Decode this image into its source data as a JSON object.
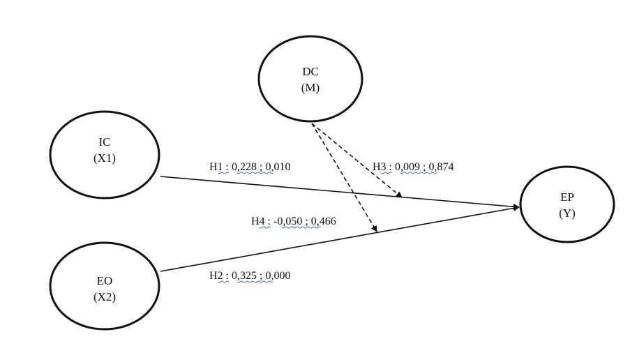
{
  "nodes": {
    "dc": {
      "line1": "DC",
      "line2": "(M)"
    },
    "ic": {
      "line1": "IC",
      "line2": "(X1)"
    },
    "eo": {
      "line1": "EO",
      "line2": "(X2)"
    },
    "ep": {
      "line1": "EP",
      "line2": "(Y)"
    }
  },
  "hypotheses": {
    "h1": {
      "label": "H1 :",
      "coef": "0,228 ;",
      "p": "0,010"
    },
    "h2": {
      "label": "H2 :",
      "coef": "0,325 ;",
      "p": "0,000"
    },
    "h3": {
      "label": "H3 :",
      "coef": "0,009 ;",
      "p": "0,874"
    },
    "h4": {
      "label": "H4 :",
      "coef": "-0,050 ;",
      "p": "0,466"
    }
  },
  "colors": {
    "stroke": "#111111",
    "spellcheck": "#4a72c4"
  }
}
